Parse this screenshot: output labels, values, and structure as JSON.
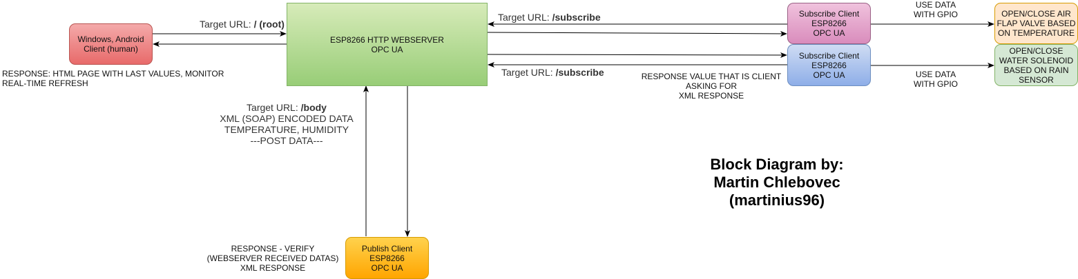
{
  "nodes": {
    "windows_client": [
      "Windows, Android",
      "Client (human)"
    ],
    "webserver": [
      "ESP8266 HTTP WEBSERVER",
      "OPC UA"
    ],
    "subscribe_client_1": [
      "Subscribe Client",
      "ESP8266",
      "OPC UA"
    ],
    "subscribe_client_2": [
      "Subscribe Client",
      "ESP8266",
      "OPC UA"
    ],
    "air_flap": [
      "OPEN/CLOSE AIR",
      "FLAP VALVE BASED",
      "ON TEMPERATURE"
    ],
    "water_solenoid": [
      "OPEN/CLOSE",
      "WATER SOLENOID",
      "BASED ON RAIN",
      "SENSOR"
    ],
    "publish_client": [
      "Publish Client",
      "ESP8266",
      "OPC UA"
    ]
  },
  "labels": {
    "root_prefix": "Target URL: ",
    "root_path": "/ (root)",
    "subscribe_top_prefix": "Target URL: ",
    "subscribe_top_path": "/subscribe",
    "subscribe_bottom_prefix": "Target URL: ",
    "subscribe_bottom_path": "/subscribe",
    "use_data_top": [
      "USE DATA",
      "WITH GPIO"
    ],
    "use_data_bottom": [
      "USE DATA",
      "WITH GPIO"
    ],
    "html_response": [
      "RESPONSE: HTML PAGE WITH LAST VALUES, MONITOR",
      "REAL-TIME REFRESH"
    ],
    "client_response": [
      "RESPONSE VALUE THAT IS CLIENT",
      "ASKING FOR",
      "XML RESPONSE"
    ],
    "body_prefix": "Target URL: ",
    "body_path": "/body",
    "post_lines": [
      "XML (SOAP) ENCODED DATA",
      "TEMPERATURE, HUMIDITY",
      "---POST DATA---"
    ],
    "verify_response": [
      "RESPONSE - VERIFY",
      "(WEBSERVER RECEIVED DATAS)",
      "XML RESPONSE"
    ]
  },
  "credit": [
    "Block Diagram by:",
    "Martin Chlebovec",
    "(martinius96)"
  ],
  "colors": {
    "client_red": "#e86a6a",
    "webserver_green": "#98cd77",
    "subscriber_pink": "#d98cbc",
    "subscriber_blue": "#8eaee8",
    "publisher_orange": "#ffa500",
    "actuator_peach": "#ffe6cc",
    "actuator_green": "#d5e8d4",
    "arrow": "#000000"
  }
}
